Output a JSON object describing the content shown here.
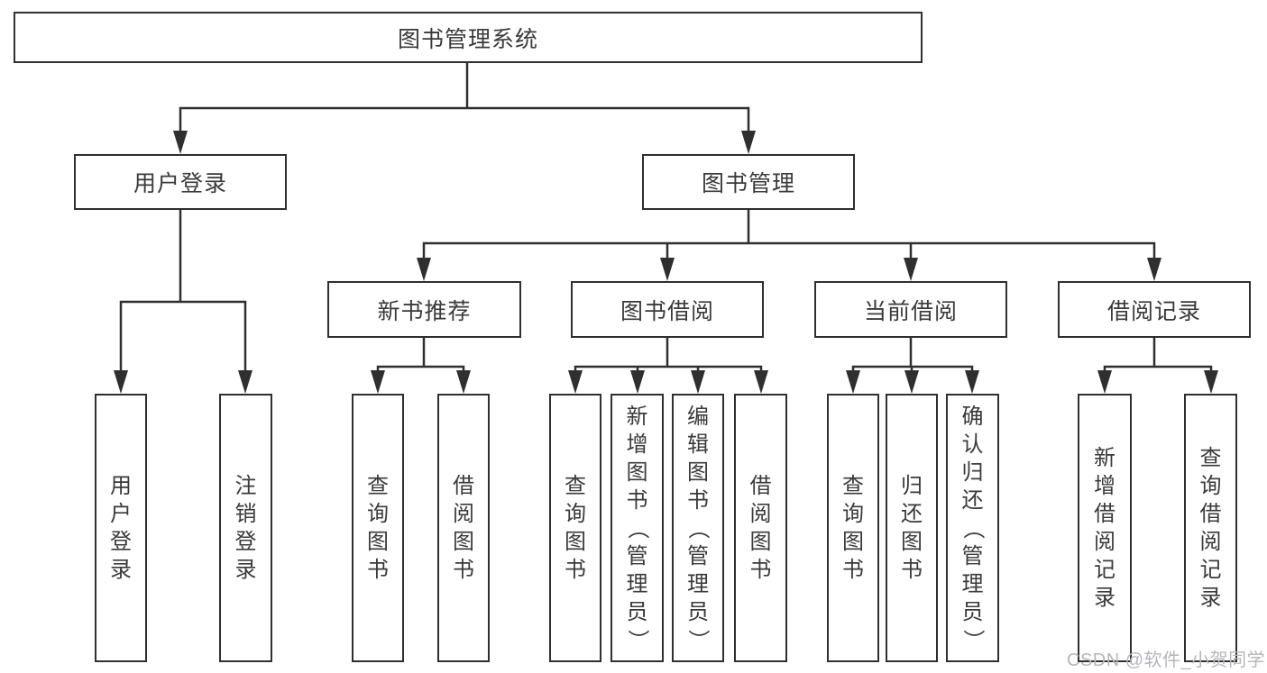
{
  "diagram": {
    "root": "图书管理系统",
    "user_login": {
      "label": "用户登录",
      "leaves": [
        "用户登录",
        "注销登录"
      ]
    },
    "book_management": {
      "label": "图书管理",
      "sections": {
        "new_book_recommendation": {
          "label": "新书推荐",
          "leaves": [
            "查询图书",
            "借阅图书"
          ]
        },
        "book_borrowing": {
          "label": "图书借阅",
          "leaves": [
            "查询图书",
            "新增图书（管理员）",
            "编辑图书（管理员）",
            "借阅图书"
          ]
        },
        "current_borrowing": {
          "label": "当前借阅",
          "leaves": [
            "查询图书",
            "归还图书",
            "确认归还（管理员）"
          ]
        },
        "borrowing_records": {
          "label": "借阅记录",
          "leaves": [
            "新增借阅记录",
            "查询借阅记录"
          ]
        }
      }
    },
    "colors": {
      "line": "#2f2f2f",
      "text": "#3a3a3a",
      "watermark": "#b2b7bd"
    }
  },
  "watermark": "CSDN @软件_小贺同学"
}
